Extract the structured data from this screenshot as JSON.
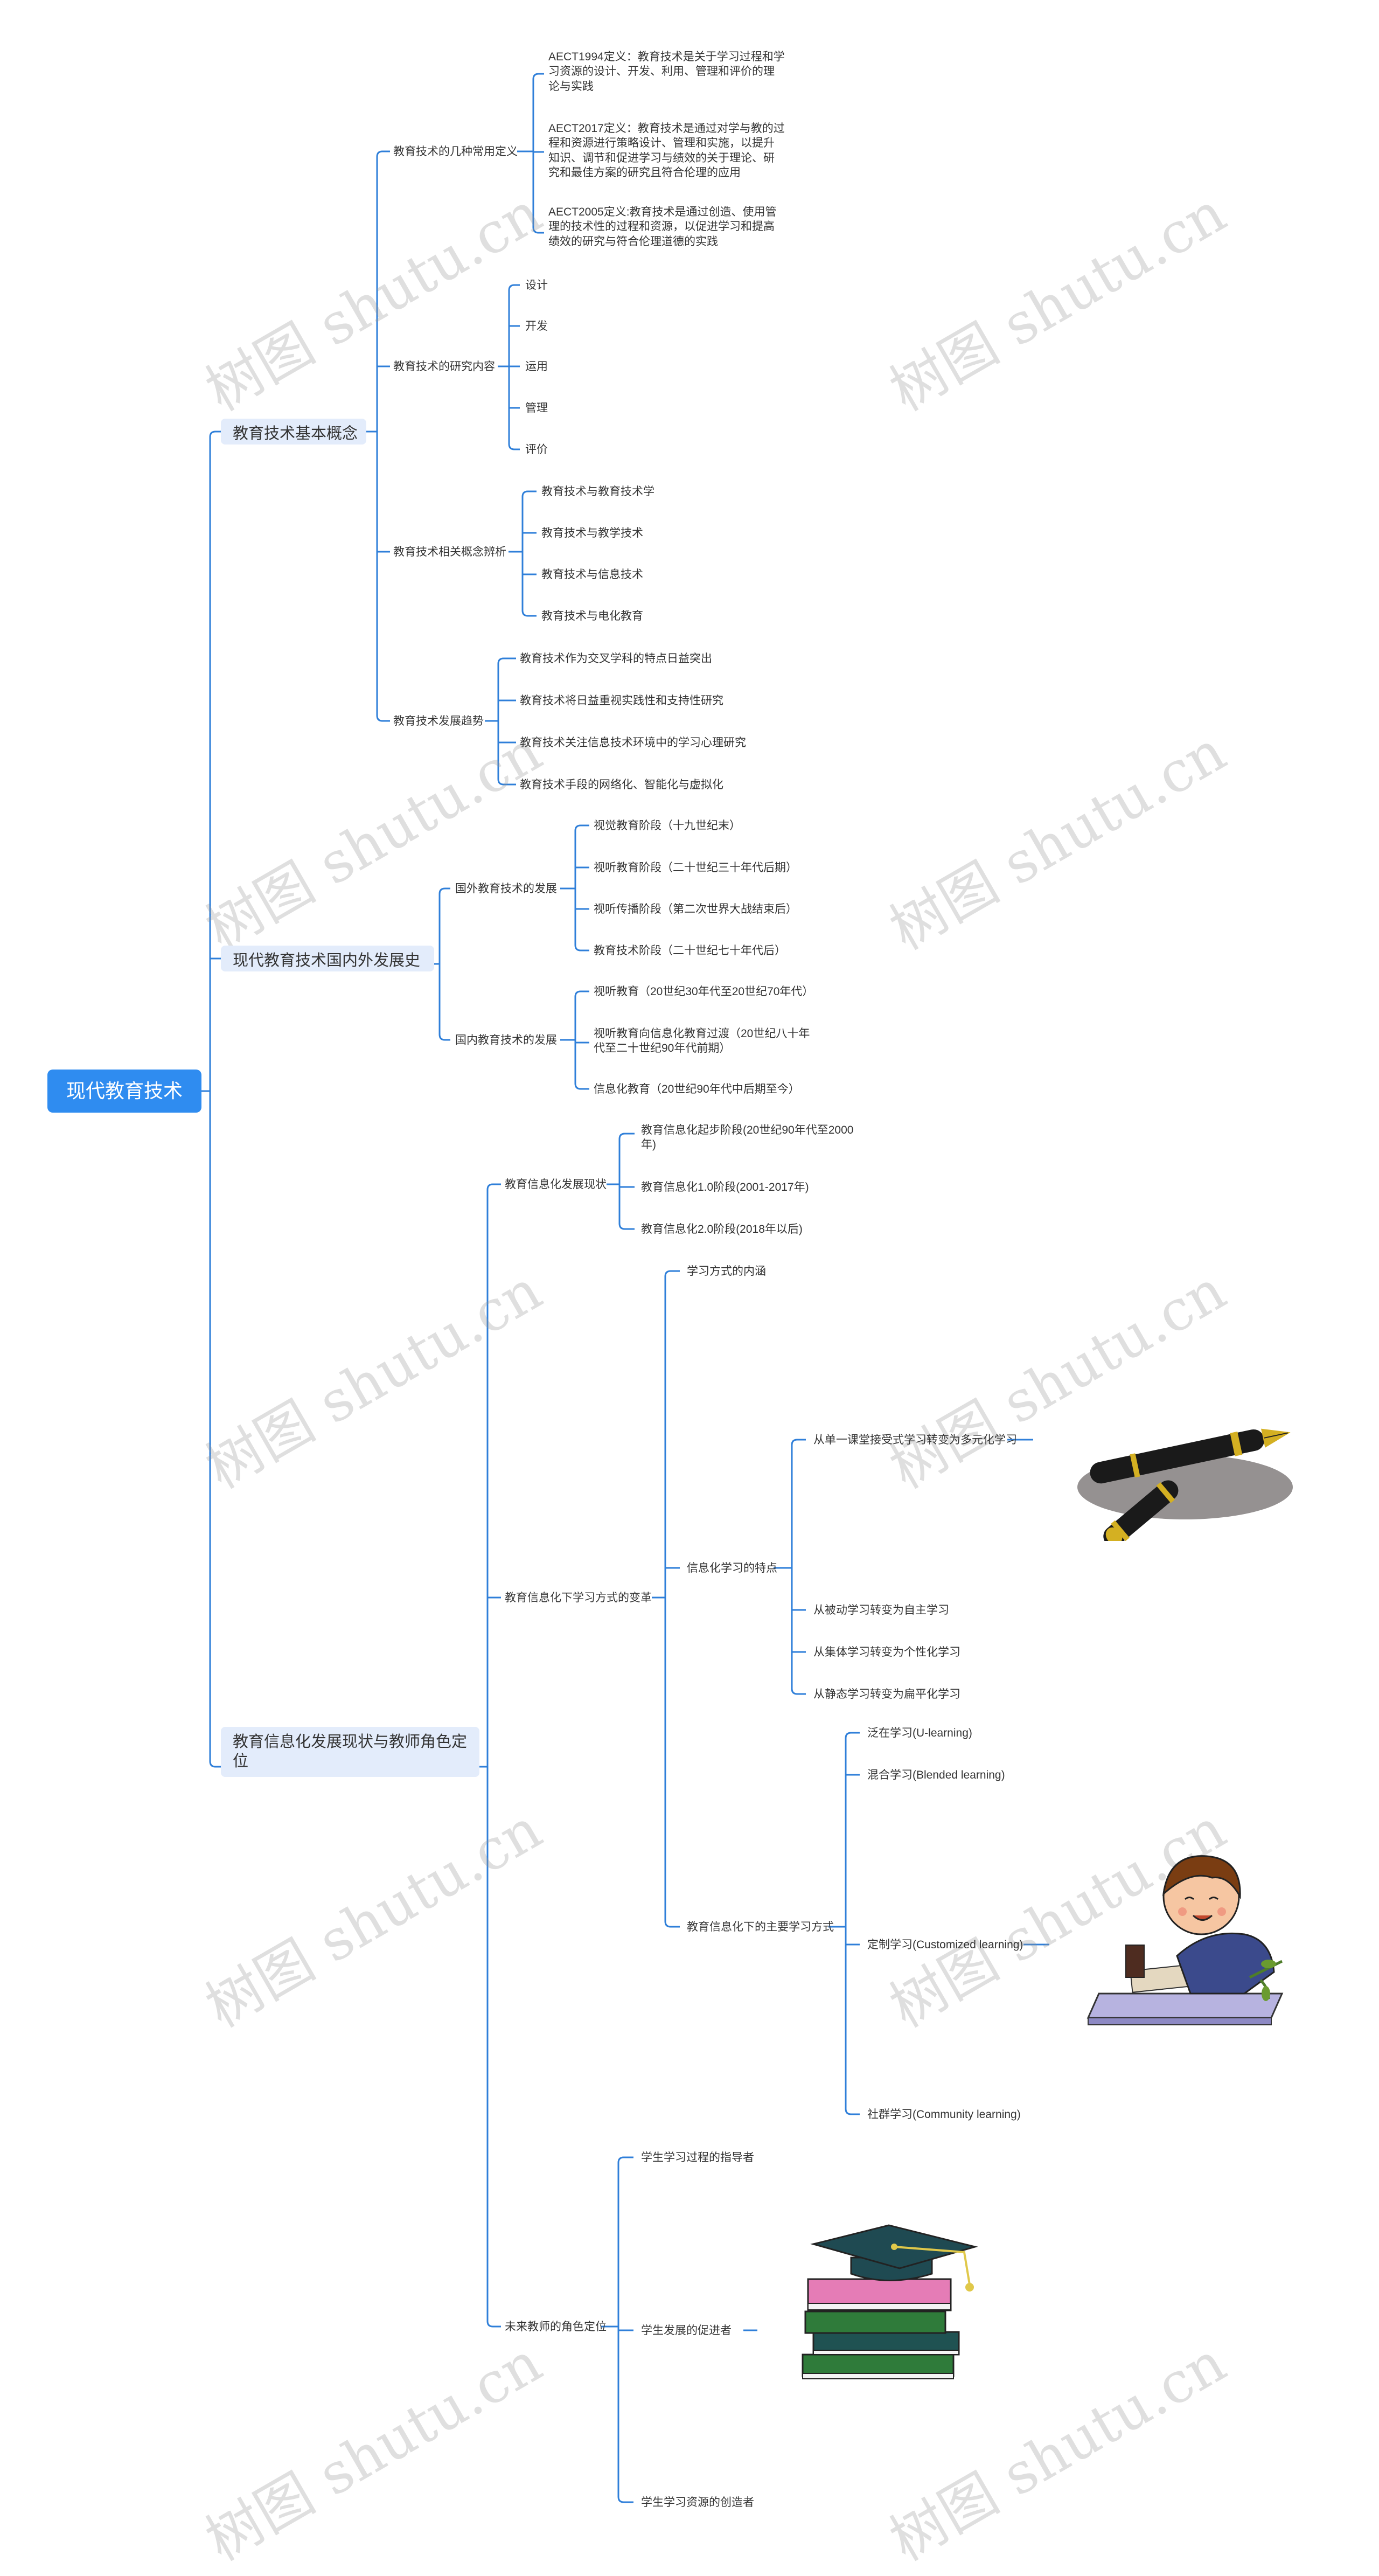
{
  "root": "现代教育技术",
  "watermark": "树图 shutu.cn",
  "b1": {
    "label": "教育技术基本概念",
    "definitions": {
      "label": "教育技术的几种常用定义",
      "items": [
        "AECT1994定义：教育技术是关于学习过程和学习资源的设计、开发、利用、管理和评价的理论与实践",
        "AECT2017定义：教育技术是通过对学与教的过程和资源进行策略设计、管理和实施，以提升知识、调节和促进学习与绩效的关于理论、研究和最佳方案的研究且符合伦理的应用",
        "AECT2005定义:教育技术是通过创造、使用管理的技术性的过程和资源，以促进学习和提高绩效的研究与符合伦理道德的实践"
      ]
    },
    "research": {
      "label": "教育技术的研究内容",
      "items": [
        "设计",
        "开发",
        "运用",
        "管理",
        "评价"
      ]
    },
    "concepts": {
      "label": "教育技术相关概念辨析",
      "items": [
        "教育技术与教育技术学",
        "教育技术与教学技术",
        "教育技术与信息技术",
        "教育技术与电化教育"
      ]
    },
    "trends": {
      "label": "教育技术发展趋势",
      "items": [
        "教育技术作为交叉学科的特点日益突出",
        "教育技术将日益重视实践性和支持性研究",
        "教育技术关注信息技术环境中的学习心理研究",
        "教育技术手段的网络化、智能化与虚拟化"
      ]
    }
  },
  "b2": {
    "label": "现代教育技术国内外发展史",
    "abroad": {
      "label": "国外教育技术的发展",
      "items": [
        "视觉教育阶段（十九世纪末）",
        "视听教育阶段（二十世纪三十年代后期）",
        "视听传播阶段（第二次世界大战结束后）",
        "教育技术阶段（二十世纪七十年代后）"
      ]
    },
    "domestic": {
      "label": "国内教育技术的发展",
      "items": [
        "视听教育（20世纪30年代至20世纪70年代）",
        "视听教育向信息化教育过渡（20世纪八十年代至二十世纪90年代前期）",
        "信息化教育（20世纪90年代中后期至今）"
      ]
    }
  },
  "b3": {
    "label": "教育信息化发展现状与教师角色定位",
    "status": {
      "label": "教育信息化发展现状",
      "items": [
        "教育信息化起步阶段(20世纪90年代至2000年)",
        "教育信息化1.0阶段(2001-2017年)",
        "教育信息化2.0阶段(2018年以后)"
      ]
    },
    "change": {
      "label": "教育信息化下学习方式的变革",
      "connotation": "学习方式的内涵",
      "features": {
        "label": "信息化学习的特点",
        "items": [
          "从单一课堂接受式学习转变为多元化学习",
          "从被动学习转变为自主学习",
          "从集体学习转变为个性化学习",
          "从静态学习转变为扁平化学习"
        ]
      },
      "modes": {
        "label": "教育信息化下的主要学习方式",
        "items": [
          "泛在学习(U-learning)",
          "混合学习(Blended learning)",
          "定制学习(Customized learning)",
          "社群学习(Community learning)"
        ]
      }
    },
    "roles": {
      "label": "未来教师的角色定位",
      "items": [
        "学生学习过程的指导者",
        "学生发展的促进者",
        "学生学习资源的创造者"
      ]
    }
  },
  "colors": {
    "line": "#2f7fd9",
    "root_bg": "#2f8cf0",
    "branch_bg": "#e3ecfb"
  },
  "icons": [
    "fountain-pen-icon",
    "boy-painting-icon",
    "graduation-cap-books-icon"
  ]
}
